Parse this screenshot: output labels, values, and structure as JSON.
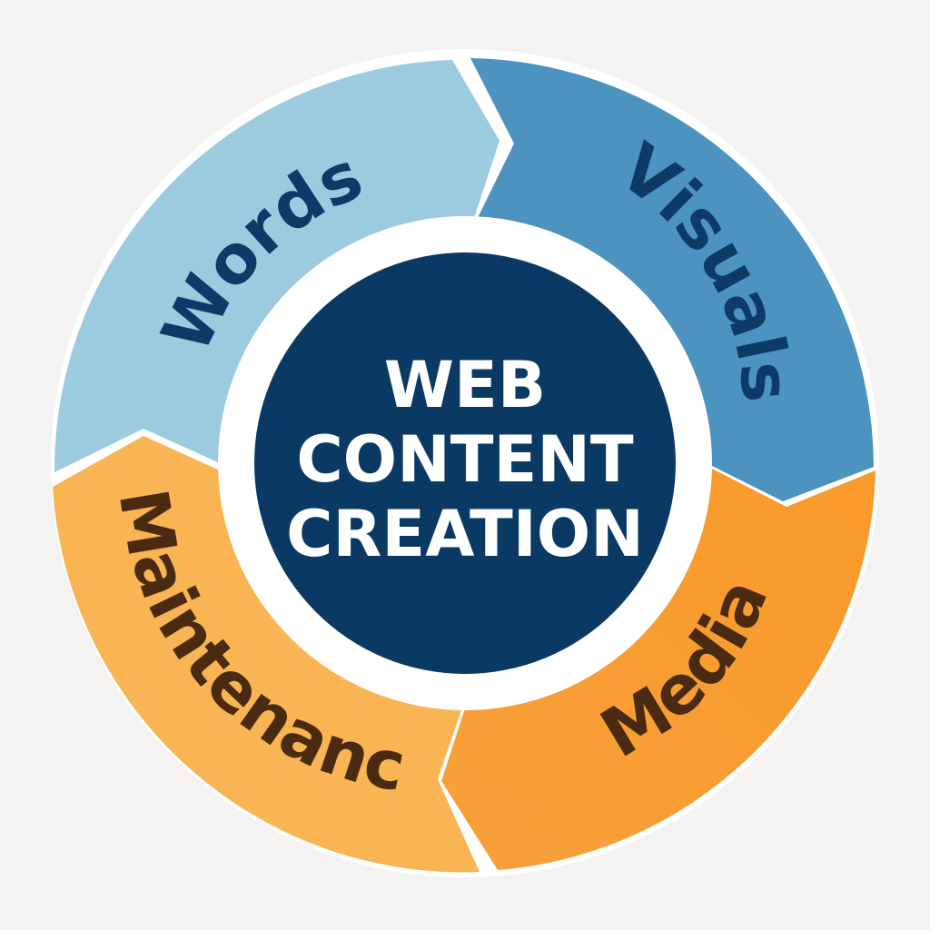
{
  "center": {
    "lines": [
      "WEB",
      "CONTENT",
      "CREATION"
    ],
    "fill": "#0a3a64",
    "text_color": "#ffffff"
  },
  "segments": [
    {
      "label": "Words",
      "fill": "#9ccbe0",
      "text_color": "#0d3a66"
    },
    {
      "label": "Visuals",
      "fill": "#4d93c0",
      "text_color": "#0d3a66"
    },
    {
      "label": "Media",
      "fill": "#f8a33a",
      "text_color": "#4a2a10"
    },
    {
      "label": "Maintenance",
      "fill": "#f9b553",
      "text_color": "#4a2a10"
    }
  ],
  "background": "#f4f3f1"
}
